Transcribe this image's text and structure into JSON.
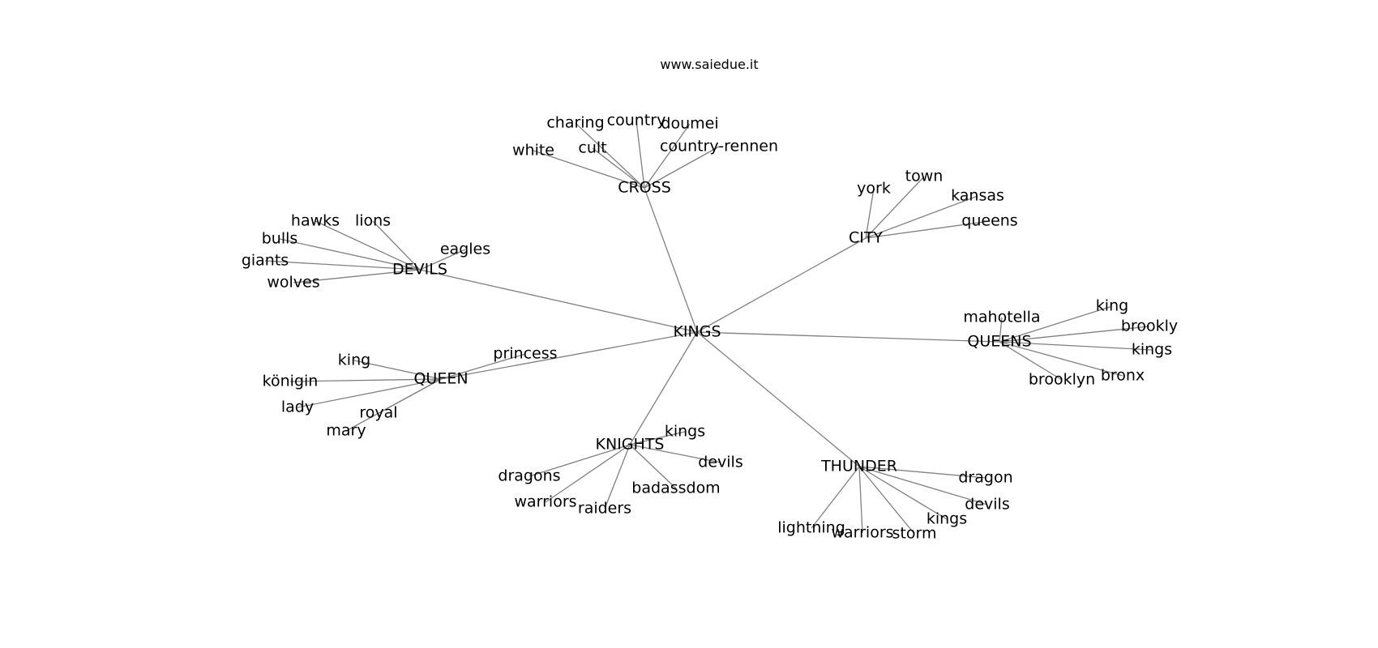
{
  "title": "www.saiedue.it",
  "colors": {
    "edge": "#808080",
    "text": "#000000",
    "background": "#ffffff"
  },
  "graph": {
    "center": "KINGS",
    "nodes": [
      {
        "id": "KINGS",
        "label": "KINGS",
        "hub": true
      },
      {
        "id": "CROSS",
        "label": "CROSS",
        "hub": true
      },
      {
        "id": "CITY",
        "label": "CITY",
        "hub": true
      },
      {
        "id": "DEVILS",
        "label": "DEVILS",
        "hub": true
      },
      {
        "id": "QUEENS",
        "label": "QUEENS",
        "hub": true
      },
      {
        "id": "QUEEN",
        "label": "QUEEN",
        "hub": true
      },
      {
        "id": "KNIGHTS",
        "label": "KNIGHTS",
        "hub": true
      },
      {
        "id": "THUNDER",
        "label": "THUNDER",
        "hub": true
      },
      {
        "id": "cross_charing",
        "label": "charing",
        "parent": "CROSS"
      },
      {
        "id": "cross_country",
        "label": "country",
        "parent": "CROSS"
      },
      {
        "id": "cross_doumei",
        "label": "doumei",
        "parent": "CROSS"
      },
      {
        "id": "cross_cult",
        "label": "cult",
        "parent": "CROSS"
      },
      {
        "id": "cross_white",
        "label": "white",
        "parent": "CROSS"
      },
      {
        "id": "cross_country_rennen",
        "label": "country-rennen",
        "parent": "CROSS"
      },
      {
        "id": "city_york",
        "label": "york",
        "parent": "CITY"
      },
      {
        "id": "city_town",
        "label": "town",
        "parent": "CITY"
      },
      {
        "id": "city_kansas",
        "label": "kansas",
        "parent": "CITY"
      },
      {
        "id": "city_queens",
        "label": "queens",
        "parent": "CITY"
      },
      {
        "id": "devils_hawks",
        "label": "hawks",
        "parent": "DEVILS"
      },
      {
        "id": "devils_lions",
        "label": "lions",
        "parent": "DEVILS"
      },
      {
        "id": "devils_bulls",
        "label": "bulls",
        "parent": "DEVILS"
      },
      {
        "id": "devils_eagles",
        "label": "eagles",
        "parent": "DEVILS"
      },
      {
        "id": "devils_giants",
        "label": "giants",
        "parent": "DEVILS"
      },
      {
        "id": "devils_wolves",
        "label": "wolves",
        "parent": "DEVILS"
      },
      {
        "id": "queens_mahotella",
        "label": "mahotella",
        "parent": "QUEENS"
      },
      {
        "id": "queens_king",
        "label": "king",
        "parent": "QUEENS"
      },
      {
        "id": "queens_brookly",
        "label": "brookly",
        "parent": "QUEENS"
      },
      {
        "id": "queens_kings",
        "label": "kings",
        "parent": "QUEENS"
      },
      {
        "id": "queens_bronx",
        "label": "bronx",
        "parent": "QUEENS"
      },
      {
        "id": "queens_brooklyn",
        "label": "brooklyn",
        "parent": "QUEENS"
      },
      {
        "id": "queen_princess",
        "label": "princess",
        "parent": "QUEEN"
      },
      {
        "id": "queen_king",
        "label": "king",
        "parent": "QUEEN"
      },
      {
        "id": "queen_konigin",
        "label": "königin",
        "parent": "QUEEN"
      },
      {
        "id": "queen_lady",
        "label": "lady",
        "parent": "QUEEN"
      },
      {
        "id": "queen_royal",
        "label": "royal",
        "parent": "QUEEN"
      },
      {
        "id": "queen_mary",
        "label": "mary",
        "parent": "QUEEN"
      },
      {
        "id": "knights_kings",
        "label": "kings",
        "parent": "KNIGHTS"
      },
      {
        "id": "knights_devils",
        "label": "devils",
        "parent": "KNIGHTS"
      },
      {
        "id": "knights_dragons",
        "label": "dragons",
        "parent": "KNIGHTS"
      },
      {
        "id": "knights_badassdom",
        "label": "badassdom",
        "parent": "KNIGHTS"
      },
      {
        "id": "knights_warriors",
        "label": "warriors",
        "parent": "KNIGHTS"
      },
      {
        "id": "knights_raiders",
        "label": "raiders",
        "parent": "KNIGHTS"
      },
      {
        "id": "thunder_dragon",
        "label": "dragon",
        "parent": "THUNDER"
      },
      {
        "id": "thunder_devils",
        "label": "devils",
        "parent": "THUNDER"
      },
      {
        "id": "thunder_kings",
        "label": "kings",
        "parent": "THUNDER"
      },
      {
        "id": "thunder_lightning",
        "label": "lightning",
        "parent": "THUNDER"
      },
      {
        "id": "thunder_warriors",
        "label": "warriors",
        "parent": "THUNDER"
      },
      {
        "id": "thunder_storm",
        "label": "storm",
        "parent": "THUNDER"
      }
    ],
    "edges": [
      [
        "KINGS",
        "CROSS"
      ],
      [
        "KINGS",
        "CITY"
      ],
      [
        "KINGS",
        "DEVILS"
      ],
      [
        "KINGS",
        "QUEENS"
      ],
      [
        "KINGS",
        "QUEEN"
      ],
      [
        "KINGS",
        "KNIGHTS"
      ],
      [
        "KINGS",
        "THUNDER"
      ],
      [
        "CROSS",
        "cross_charing"
      ],
      [
        "CROSS",
        "cross_country"
      ],
      [
        "CROSS",
        "cross_doumei"
      ],
      [
        "CROSS",
        "cross_cult"
      ],
      [
        "CROSS",
        "cross_white"
      ],
      [
        "CROSS",
        "cross_country_rennen"
      ],
      [
        "CITY",
        "city_york"
      ],
      [
        "CITY",
        "city_town"
      ],
      [
        "CITY",
        "city_kansas"
      ],
      [
        "CITY",
        "city_queens"
      ],
      [
        "DEVILS",
        "devils_hawks"
      ],
      [
        "DEVILS",
        "devils_lions"
      ],
      [
        "DEVILS",
        "devils_bulls"
      ],
      [
        "DEVILS",
        "devils_eagles"
      ],
      [
        "DEVILS",
        "devils_giants"
      ],
      [
        "DEVILS",
        "devils_wolves"
      ],
      [
        "QUEENS",
        "queens_mahotella"
      ],
      [
        "QUEENS",
        "queens_king"
      ],
      [
        "QUEENS",
        "queens_brookly"
      ],
      [
        "QUEENS",
        "queens_kings"
      ],
      [
        "QUEENS",
        "queens_bronx"
      ],
      [
        "QUEENS",
        "queens_brooklyn"
      ],
      [
        "QUEEN",
        "queen_princess"
      ],
      [
        "QUEEN",
        "queen_king"
      ],
      [
        "QUEEN",
        "queen_konigin"
      ],
      [
        "QUEEN",
        "queen_lady"
      ],
      [
        "QUEEN",
        "queen_royal"
      ],
      [
        "QUEEN",
        "queen_mary"
      ],
      [
        "KNIGHTS",
        "knights_kings"
      ],
      [
        "KNIGHTS",
        "knights_devils"
      ],
      [
        "KNIGHTS",
        "knights_dragons"
      ],
      [
        "KNIGHTS",
        "knights_badassdom"
      ],
      [
        "KNIGHTS",
        "knights_warriors"
      ],
      [
        "KNIGHTS",
        "knights_raiders"
      ],
      [
        "THUNDER",
        "thunder_dragon"
      ],
      [
        "THUNDER",
        "thunder_devils"
      ],
      [
        "THUNDER",
        "thunder_kings"
      ],
      [
        "THUNDER",
        "thunder_lightning"
      ],
      [
        "THUNDER",
        "thunder_warriors"
      ],
      [
        "THUNDER",
        "thunder_storm"
      ]
    ]
  }
}
